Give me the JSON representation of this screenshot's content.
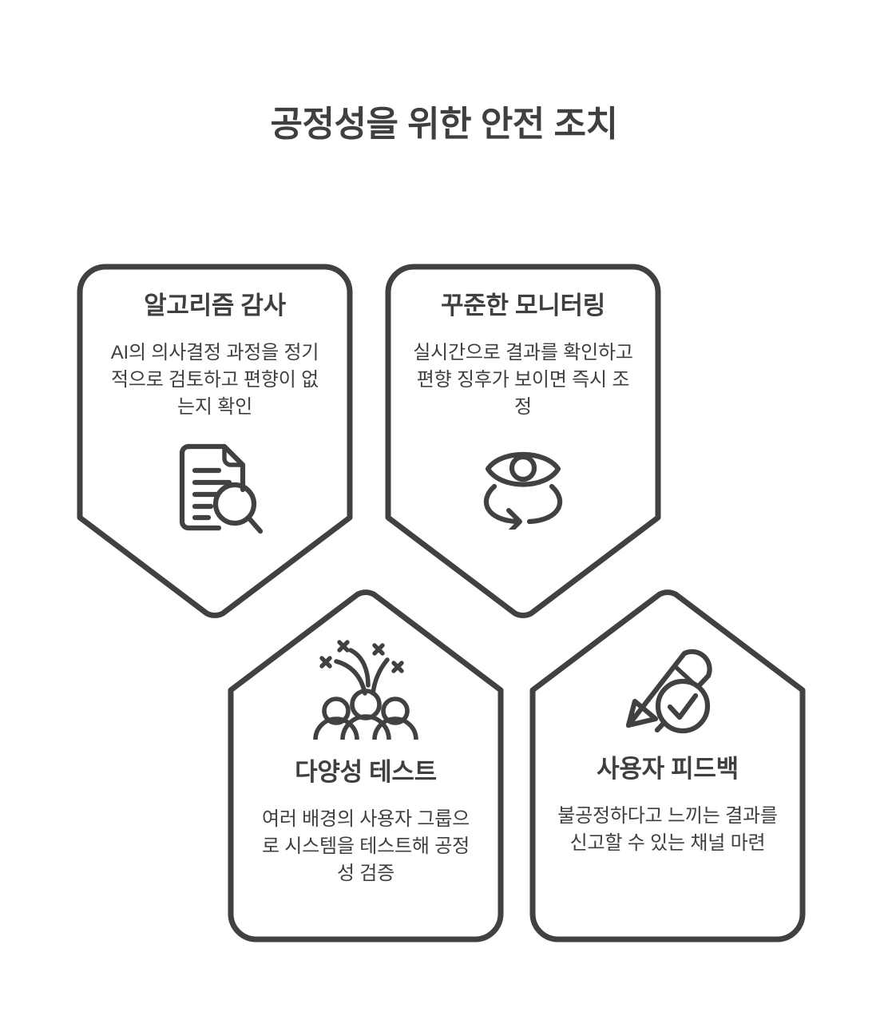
{
  "page": {
    "title": "공정성을 위한 안전 조치",
    "background_color": "#ffffff",
    "stroke_color": "#414141",
    "text_color": "#3f3f3f"
  },
  "cards": [
    {
      "id": "algorithm-audit",
      "heading": "알고리즘 감사",
      "description": "AI의 의사결정 과정을 정기적으로 검토하고 편향이 없는지 확인",
      "icon": "document-search-icon",
      "shape": "banner-down",
      "position": "top-left"
    },
    {
      "id": "continuous-monitoring",
      "heading": "꾸준한 모니터링",
      "description": "실시간으로 결과를 확인하고 편향 징후가 보이면 즉시 조정",
      "icon": "eye-refresh-icon",
      "shape": "banner-down",
      "position": "top-right"
    },
    {
      "id": "diversity-testing",
      "heading": "다양성 테스트",
      "description": "여러 배경의 사용자 그룹으로 시스템을 테스트해 공정성 검증",
      "icon": "people-group-celebration-icon",
      "shape": "house-up",
      "position": "bottom-left"
    },
    {
      "id": "user-feedback",
      "heading": "사용자 피드백",
      "description": "불공정하다고 느끼는 결과를 신고할 수 있는 채널 마련",
      "icon": "pencil-check-icon",
      "shape": "house-up",
      "position": "bottom-right"
    }
  ]
}
